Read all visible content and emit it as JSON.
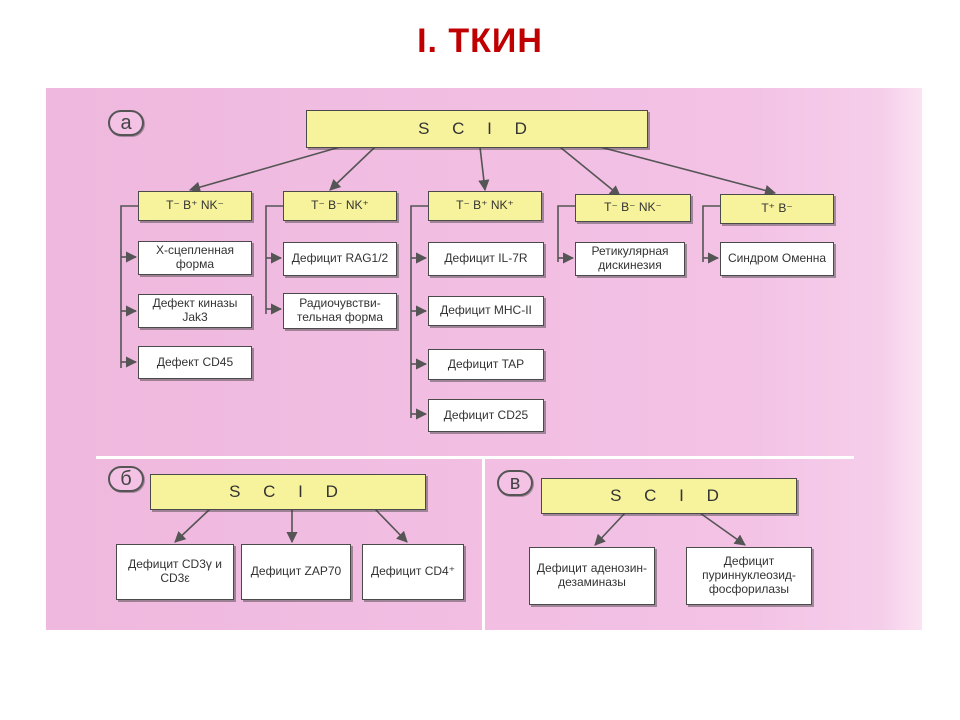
{
  "slide_title": "I. ТКИН",
  "panel_a": {
    "badge": "а",
    "root": "S C I D",
    "categories": [
      {
        "label": "T⁻ B⁺ NK⁻",
        "items": [
          "Х-сцепленная форма",
          "Дефект киназы Jak3",
          "Дефект CD45"
        ]
      },
      {
        "label": "T⁻ B⁻ NK⁺",
        "items": [
          "Дефицит RAG1/2",
          "Радиочувстви-тельная форма"
        ]
      },
      {
        "label": "T⁻ B⁺ NK⁺",
        "items": [
          "Дефицит IL-7R",
          "Дефицит MHC-II",
          "Дефицит TAP",
          "Дефицит CD25"
        ]
      },
      {
        "label": "T⁻ B⁻ NK⁻",
        "items": [
          "Ретикулярная дискинезия"
        ]
      },
      {
        "label": "T⁺ B⁻",
        "items": [
          "Синдром Оменна"
        ]
      }
    ]
  },
  "panel_b": {
    "badge": "б",
    "root": "S C I D",
    "items": [
      "Дефицит CD3γ и CD3ε",
      "Дефицит ZAP70",
      "Дефицит CD4⁺"
    ]
  },
  "panel_c": {
    "badge": "в",
    "root": "S C I D",
    "items": [
      "Дефицит аденозин-дезаминазы",
      "Дефицит пуриннуклеозид-фосфорилазы"
    ]
  }
}
